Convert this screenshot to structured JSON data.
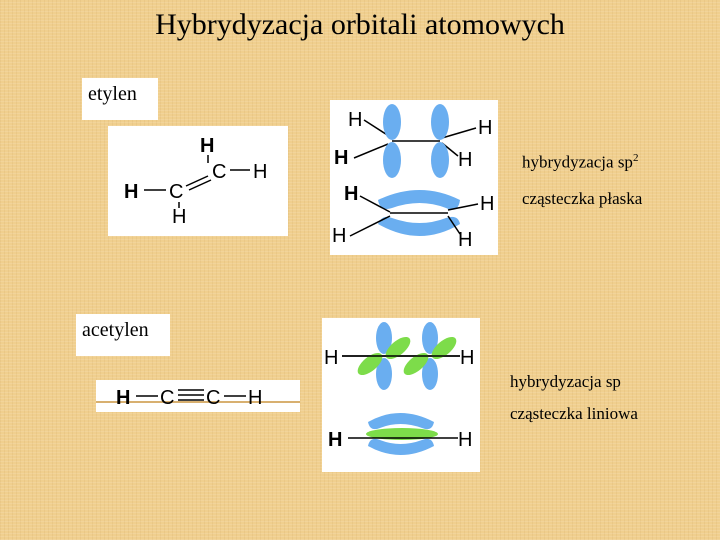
{
  "title": "Hybrydyzacja orbitali atomowych",
  "etylen": {
    "label": "etylen",
    "note_hybrid": "hybrydyzacja sp",
    "note_hybrid_sup": "2",
    "note_shape": "cząsteczka płaska",
    "formula": {
      "H": "H",
      "C": "C"
    }
  },
  "acetylen": {
    "label": "acetylen",
    "note_hybrid": "hybrydyzacja sp",
    "note_shape": "cząsteczka liniowa",
    "formula": {
      "H": "H",
      "C": "C"
    }
  },
  "colors": {
    "background": "#f0cf8e",
    "orbital_blue": "#6aaef0",
    "orbital_green": "#7ddc4a",
    "bond_tan": "#d8b070"
  }
}
